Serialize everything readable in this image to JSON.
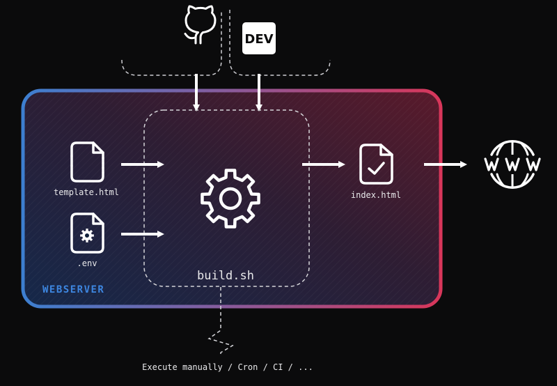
{
  "webserver": {
    "label": "WEBSERVER",
    "gradient_start": "#3d7fd0",
    "gradient_end": "#d8365a",
    "label_color": "#3d86e0"
  },
  "sources": {
    "github": {
      "icon": "github-icon"
    },
    "dev": {
      "text": "DEV",
      "icon": "dev-logo"
    }
  },
  "inputs": {
    "template": {
      "label": "template.html",
      "icon": "document-icon"
    },
    "env": {
      "label": ".env",
      "icon": "settings-document-icon"
    }
  },
  "build": {
    "label": "build.sh",
    "icon": "gear-icon"
  },
  "output": {
    "label": "index.html",
    "icon": "checked-document-icon"
  },
  "web": {
    "icon": "www-globe-icon"
  },
  "footer": {
    "label": "Execute manually / Cron / CI / ..."
  }
}
